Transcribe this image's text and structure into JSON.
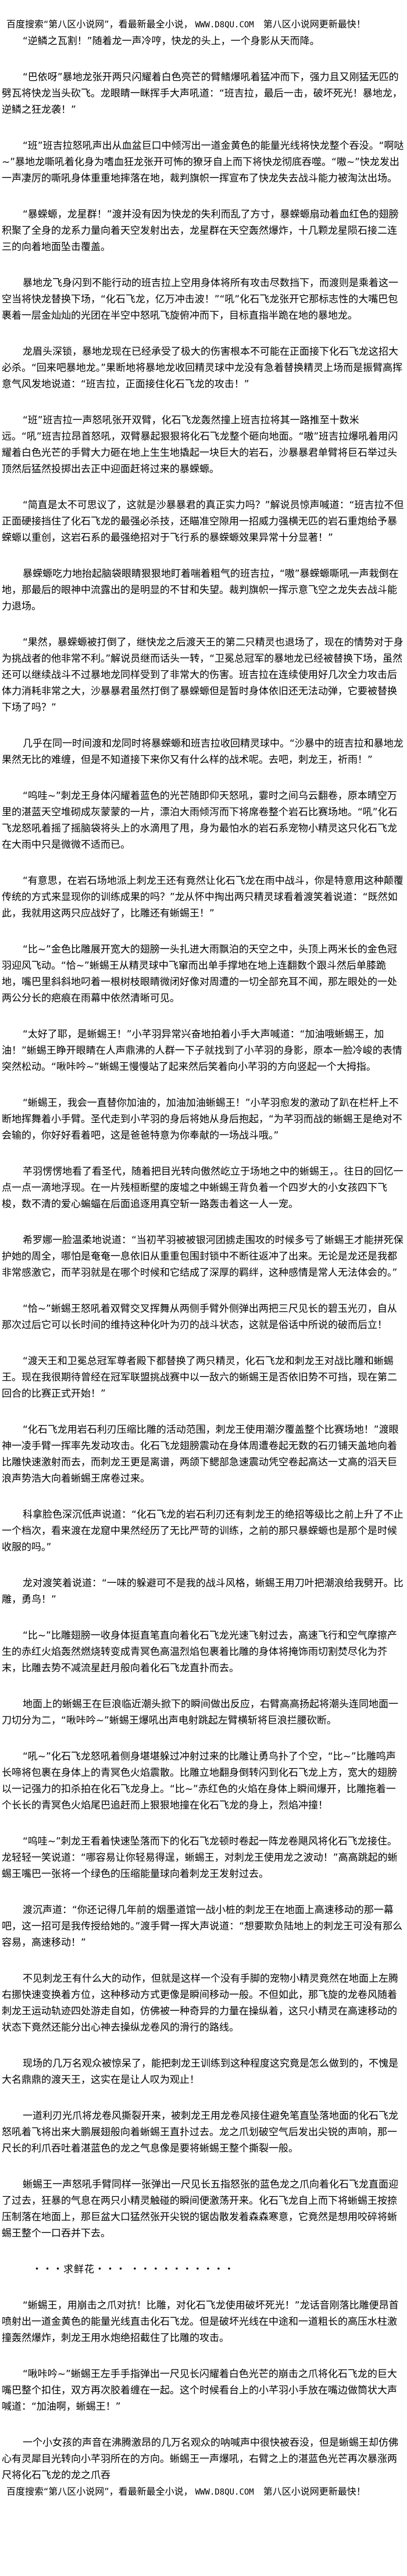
{
  "banner": {
    "prefix": "百度搜索“第八区小说网”，看最新最全小说，",
    "url": "WWW.D8QU.COM",
    "suffix": "第八区小说网更新最快！"
  },
  "paragraphs": [
    "“逆鳞之瓦割！”随着龙一声冷哼，快龙的头上，一个身影从天而降。",
    "“巴依呀”暴地龙张开两只闪耀着白色亮芒的臂鳍爆吼着猛冲而下，强力且又刚猛无匹的劈瓦将快龙当头砍飞。龙眼睛一眯挥手大声吼道：“班吉拉，最后一击，破坏死光！暴地龙，逆鳞之狂龙袭！”",
    "“班”班吉拉怒吼声出从血盆巨口中倾泻出一道金黄色的能量光线将快龙整个吞没。“啊哒~”暴地龙嘶吼着化身为嗜血狂龙张开可怖的獠牙自上而下将快龙彻底吞噬。“嗷~”快龙发出一声凄厉的嘶吼身体重重地摔落在地，裁判旗帜一挥宣布了快龙失去战斗能力被淘汰出场。",
    "“暴蝾螈，龙星群！”渡并没有因为快龙的失利而乱了方寸，暴蝾螈扇动着血红色的翅膀积聚了全身的龙系力量向着天空发射出去，龙星群在天空轰然爆炸，十几颗龙星陨石接二连三的向着地面坠击覆盖。",
    "暴地龙飞身闪到不能行动的班吉拉上空用身体将所有攻击尽数挡下，而渡则是乘着这一空当将快龙替换下场，“化石飞龙，亿万冲击波！”“吼”化石飞龙张开它那标志性的大嘴巴包裹着一层金灿灿的光团在半空中怒吼飞旋俯冲而下，目标直指半跪在地的暴地龙。",
    "龙眉头深锁，暴地龙现在已经承受了极大的伤害根本不可能在正面接下化石飞龙这招大必杀。“回来吧暴地龙。”果断地将暴地龙收回精灵球中龙没有急着替换精灵上场而是振臂高挥意气风发地说道：“班吉拉，正面接住化石飞龙的攻击！”",
    "“班”班吉拉一声怒吼张开双臂，化石飞龙轰然撞上班吉拉将其一路推至十数米远。“吼”班吉拉昂首怒吼，双臂暴起狠狠将化石飞龙整个砸向地面。“嗷”班吉拉爆吼着用闪耀着白色光芒的手臂大力砸在地上生生地撬起一块巨大的岩石，沙暴暴君单臂将巨石举过头顶然后猛然投掷出去正中迎面赶将过来的暴蝾螈。",
    "“简直是太不可思议了，这就是沙暴暴君的真正实力吗？”解说员惊声喊道：“班吉拉不但正面硬接挡住了化石飞龙的最强必杀技，还瞄准空隙用一招威力强横无匹的岩石重炮给予暴蝾螈以重创，这岩石系的最强绝招对于飞行系的暴蝾螈效果异常十分显著！”",
    "暴蝾螈吃力地抬起脑袋眼睛狠狠地盯着喘着粗气的班吉拉，“嗷”暴蝾螈嘶吼一声栽倒在地，那最后的眼神中流露出的是明显的不甘和失望。裁判旗帜一挥示意飞空之龙失去战斗能力退场。",
    "“果然，暴蝾螈被打倒了，继快龙之后渡天王的第二只精灵也退场了，现在的情势对于身为挑战者的他非常不利。”解说员继而话头一转，“卫冕总冠军的暴地龙已经被替换下场，虽然还可以继续战斗不过暴地龙同样受到了非常大的伤害。班吉拉在连续使用好几次全力攻击后体力消耗非常之大，沙暴暴君虽然打倒了暴蝾螈但是暂时身体依旧还无法动弹，它要被替换下场了吗？”",
    "几乎在同一时间渡和龙同时将暴蝾螈和班吉拉收回精灵球中。“沙暴中的班吉拉和暴地龙果然无比的难缠，但是不知道接下来你又有什么样的战术呢。去吧，刺龙王，祈雨！”",
    "“呜哇~”刺龙王身体闪耀着蓝色的光芒随即仰天怒吼，霎时之间乌云翻卷，原本晴空万里的湛蓝天空堆砌成灰蒙蒙的一片，漂泊大雨倾泻而下将席卷整个岩石比赛场地。“吼”化石飞龙怒吼着摇了摇脑袋将头上的水滴甩了甩，身为最怕水的岩石系宠物小精灵这只化石飞龙在大雨中只是微微不适而已。",
    "“有意思，在岩石场地派上刺龙王还有竟然让化石飞龙在雨中战斗，你是特意用这种颠覆传统的方式来显现你的训练成果的吗？”龙从怀中掏出两只精灵球看着渡笑着说道：“既然如此，我就用这两只应战好了，比雕还有蜥蜴王！”",
    "“比~”金色比雕展开宽大的翅膀一头扎进大雨飘泊的天空之中，头顶上两米长的金色冠羽迎风飞动。“恰~”蜥蜴王从精灵球中飞窜而出单手撑地在地上连翻数个跟斗然后单膝跪地，嘴巴里斜斜地叼着一根树枝眼睛微闭好像对周遭的一切全部充耳不闻，那左眼处的一处两公分长的疤痕在雨幕中依然清晰可见。",
    "“太好了耶，是蜥蜴王！”小芊羽异常兴奋地拍着小手大声喊道：“加油哦蜥蜴王，加油！”蜥蜴王睁开眼睛在人声鼎沸的人群一下子就找到了小芊羽的身影，原本一脸冷峻的表情突然松动。“啾咔吟~”蜥蜴王慢慢站了起来然后笑着向小芊羽的方向竖起一个大拇指。",
    "“蜥蜴王，我会一直替你加油的，加油加油蜥蜴王！”小芊羽愈发的激动了趴在栏杆上不断地挥舞着小手臂。圣代走到小芊羽的身后将她从身后抱起，“为芊羽而战的蜥蜴王是绝对不会输的，你好好看着吧，这是爸爸特意为你奉献的一场战斗哦。”",
    "芊羽愣愣地看了看圣代，随着把目光转向傲然屹立于场地之中的蜥蜴王，。往日的回忆一点一点一滴地浮现。在一片残桓断壁的废墟之中蜥蜴王背负着一个四岁大的小女孩四下飞梭，数不清的爱心蝙蝠在后面追逐用真空斩一路轰击着这一人一宠。",
    "希罗娜一脸温柔地说道：“当初芊羽被被银河团掳走围攻的时候多亏了蜥蜴王才能拼死保护她的周全，哪怕是奄奄一息依旧从重重包围封锁中不断往返冲了出来。无论是龙还是我都非常感激它，而芊羽就是在哪个时候和它结成了深厚的羁绊，这种感情是常人无法体会的。”",
    "“恰~”蜥蜴王怒吼着双臂交叉挥舞从两侧手臂外侧弹出两把三尺见长的碧玉光刃，自从那次过后它可以长时间的维持这种化叶为刃的战斗状态，这就是俗话中所说的破而后立！",
    "“渡天王和卫冕总冠军尊者殿下都替换了两只精灵，化石飞龙和刺龙王对战比雕和蜥蜴王。现在我很期待曾经在冠军联盟挑战赛中以一敌六的蜥蜴王是否依旧势不可挡，现在第二回合的比赛正式开始！”",
    "“化石飞龙用岩石利刃压缩比雕的活动范围，刺龙王使用潮汐覆盖整个比赛场地！”渡眼神一凌手臂一挥率先发动攻击。化石飞龙翅膀震动在身体周遭卷起无数的石刃铺天盖地向着比雕快速激射而去，而刺龙王更是离谱，两颌下鳃部急速震动凭空卷起高达一丈高的滔天巨浪声势浩大向着蜥蜴王席卷过来。",
    "科拿脸色深沉低声说道：“化石飞龙的岩石利刃还有刺龙王的绝招等级比之前上升了不止一个档次，看来渡在龙窟中果然经历了无比严苛的训练，之前的那只暴蝾螈也是那个是时候收服的吗。”",
    "龙对渡笑着说道：“一味的躲避可不是我的战斗风格，蜥蜴王用刀叶把潮浪给我劈开。比雕，勇鸟！”",
    "“比~”比雕翅膀一收身体挺直笔直向着化石飞龙光速飞射过去，高速飞行和空气摩擦产生的赤红火焰轰然燃烧转变成青冥色高温烈焰包裹着比雕的身体将掩饰雨切割焚尽化为芥末，比雕去势不减流星赶月般向着化石飞龙直扑而去。",
    "地面上的蜥蜴王在巨浪临近潮头掀下的瞬间做出反应，右臂高高扬起将潮头连同地面一刀切分为二，“啾咔吟~”蜥蜴王爆吼出声电射跳起左臂横斩将巨浪拦腰砍断。",
    "“吼~”化石飞龙怒吼着侧身堪堪躲过冲射过来的比雕让勇鸟扑了个空，“比~”比雕鸣声长啼将包裹在身体上的青冥色火焰震散。比雕立地翻身倒转闪到化石飞龙上方，宽大的翅膀以一记强力的扣杀拍在化石飞龙身上。“比~”赤红色的火焰在身体上瞬间爆开，比雕拖着一个长长的青冥色火焰尾巴追赶而上狠狠地撞在化石飞龙的身上，烈焰冲撞！",
    "“呜哇~”刺龙王看着快速坠落而下的化石飞龙顿时卷起一阵龙卷飓风将化石飞龙接住。龙轻轻一笑说道：“哪容易让你轻易得逞，蜥蜴王，对刺龙王使用龙之波动！”高高跳起的蜥蜴王嘴巴一张将一个绿色的压缩能量球向着刺龙王发射过去。",
    "渡沉声道：“你还记得几年前的烟墨道馆一战小桩的刺龙王在地面上高速移动的那一幕吧，这一招可是我传授给她的。”渡手臂一挥大声说道：“想要欺负陆地上的刺龙王可没有那么容易，高速移动！”",
    "不见刺龙王有什么大的动作，但就是这样一个没有手脚的宠物小精灵竟然在地面上左腾右挪快速变换着方位，这种移动方式更像是瞬间移动一般。不但如此，那飞旋的龙卷风随着刺龙王运动轨迹四处游走自如，仿佛被一种奇异的力量在操纵着，这只小精灵在高速移动的状态下竟然还能分出心神去操纵龙卷风的滑行的路线。",
    "现场的几万名观众被惊呆了，能把刺龙王训练到这种程度这究竟是怎么做到的，不愧是大名鼎鼎的渡天王，这实在是让人叹为观止！",
    "一道利刃光爪将龙卷风撕裂开来，被刺龙王用龙卷风接住避免笔直坠落地面的化石飞龙怒吼着飞将出来大鹏展翅般向着蜥蜴王直扑过去。龙之爪划破空气后发出尖锐的声响，那一尺长的利爪吞吐着湛蓝色的龙之气息像是要将蜥蜴王整个撕裂一般。",
    "蜥蜴王一声怒吼手臂同样一张弹出一尺见长五指怒张的蓝色龙之爪向着化石飞龙直面迎了过去，狂暴的气息在两只小精灵触碰的瞬间便激荡开来。化石飞龙自上而下将蜥蜴王按捺压制落在地面上，那巨盆大口猛然张开尖锐的锯齿散发着森森寒意，它竟然是想用咬碎将蜥蜴王整个一口吞并下去。"
  ],
  "separator": "・・・求鲜花・・・ ・・・・・・・・・・",
  "paragraphs_after": [
    "“蜥蜴王，用崩击之爪对抗！比雕，对化石飞龙使用破坏死光！”龙话音刚落比雕便昂首喷射出一道金黄色的能量光线直击化石飞龙。但是破坏光线在中途和一道粗长的高压水柱激撞轰然爆炸，刺龙王用水炮绝招截住了比雕的攻击。",
    "“啾咔吟~”蜥蜴王左手手指弹出一尺见长闪耀着白色光芒的崩击之爪将化石飞龙的巨大嘴巴整个扣住，双方再次胶着缠在一起。这个时候看台上的小芊羽小手放在嘴边做筒状大声喊道：“加油啊，蜥蜴王！”",
    "一个小女孩的声音在沸腾激昂的几万名观众的呐喊声中很快被吞没，但是蜥蜴王却仿佛心有灵犀目光转向小芊羽所在的方向。蜥蜴王一声爆吼，右臂之上的湛蓝色光芒再次暴涨两尺将化石飞龙的龙之爪吞"
  ]
}
